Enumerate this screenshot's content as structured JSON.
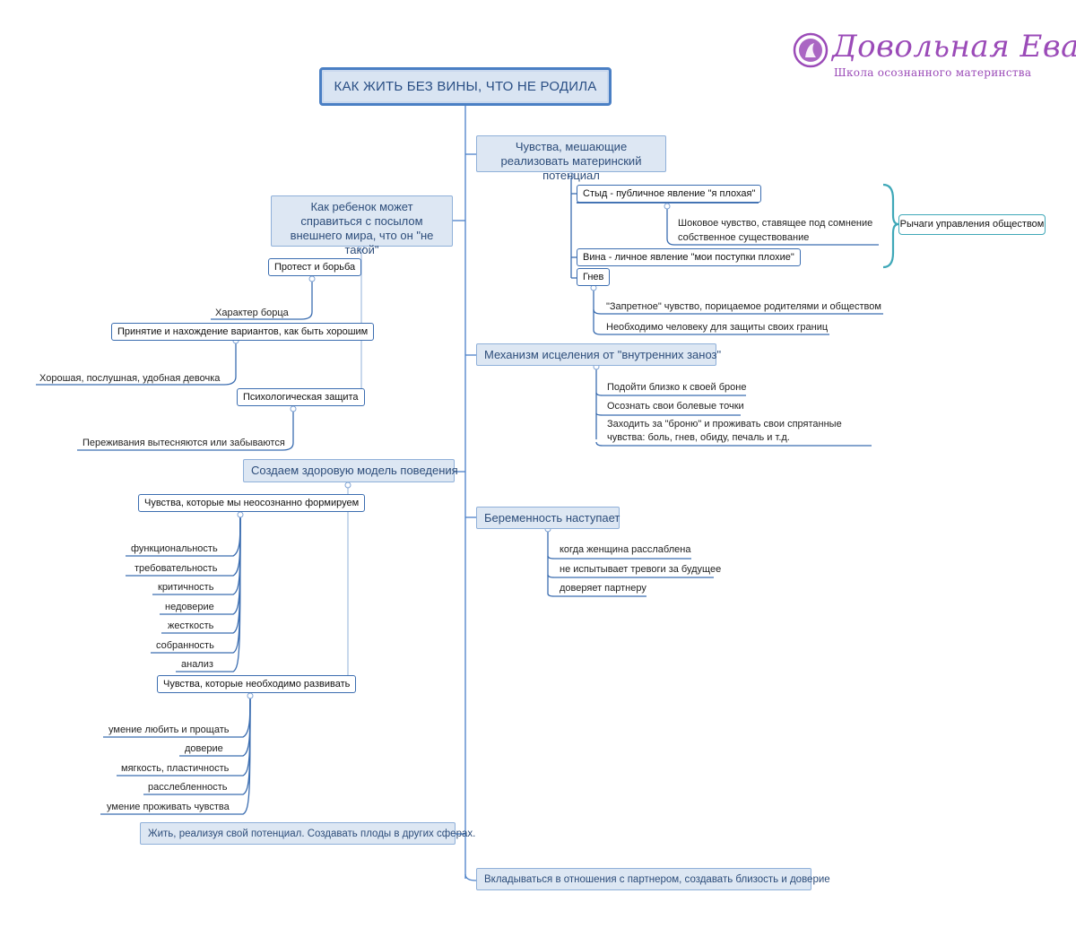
{
  "brand": {
    "title": "Довольная Ева",
    "subtitle": "Школа осознанного материнства",
    "color": "#9b4bb8"
  },
  "root": "КАК ЖИТЬ БЕЗ ВИНЫ, ЧТО НЕ РОДИЛА",
  "right": {
    "feelings": {
      "title": "Чувства, мешающие реализовать материнский потенциал",
      "shame": "Стыд - публичное явление \"я плохая\"",
      "shame_note": "Шоковое чувство, ставящее под сомнение собственное существование",
      "guilt": "Вина - личное явление \"мои поступки плохие\"",
      "anger": "Гнев",
      "anger_items": [
        "\"Запретное\" чувство, порицаемое родителями и обществом",
        "Необходимо человеку для защиты своих границ"
      ],
      "levers": "Рычаги управления обществом"
    },
    "healing": {
      "title": "Механизм исцеления от \"внутренних заноз\"",
      "items": [
        "Подойти близко к своей броне",
        "Осознать свои болевые точки",
        "Заходить за \"броню\" и проживать свои спрятанные чувства: боль, гнев, обиду, печаль и т.д."
      ]
    },
    "pregnancy": {
      "title": "Беременность наступает",
      "items": [
        "когда женщина расслаблена",
        "не испытывает тревоги за будущее",
        "доверяет партнеру"
      ]
    },
    "invest": "Вкладываться в отношения с партнером, создавать близость и доверие"
  },
  "left": {
    "child": {
      "title": "Как ребенок может справиться с посылом внешнего мира, что он \"не такой\"",
      "protest": "Протест и борьба",
      "fighter": "Характер борца",
      "accept": "Принятие и нахождение вариантов, как быть хорошим",
      "good_girl": "Хорошая, послушная, удобная девочка",
      "defense": "Психологическая защита",
      "repressed": "Переживания вытесняются или забываются"
    },
    "model": {
      "title": "Создаем здоровую  модель поведения",
      "unconscious": "Чувства, которые мы неосознанно формируем",
      "unconscious_items": [
        "функциональность",
        "требовательность",
        "критичность",
        "недоверие",
        "жесткость",
        "собранность",
        "анализ"
      ],
      "develop": "Чувства, которые необходимо развивать",
      "develop_items": [
        "умение любить и прощать",
        "доверие",
        "мягкость, пластичность",
        "расслебленность",
        "умение проживать чувства"
      ]
    },
    "live": "Жить, реализуя свой потенциал. Создавать плоды в других сферах."
  }
}
